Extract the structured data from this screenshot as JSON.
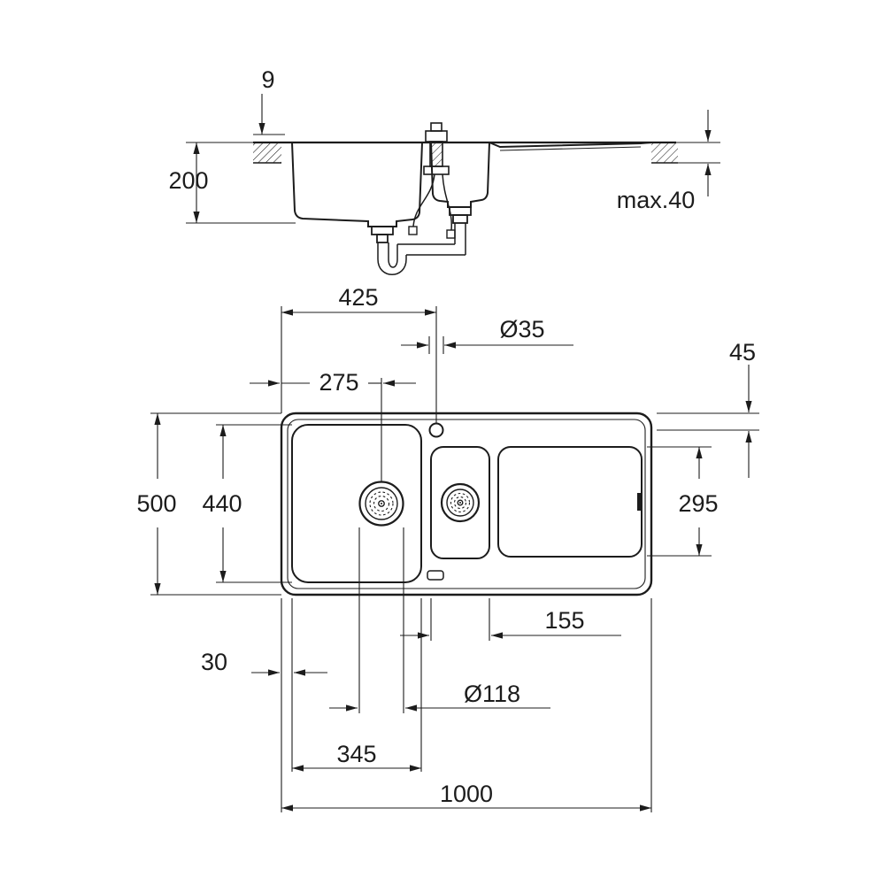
{
  "drawing": {
    "kind": "sink-installation-dimension-drawing",
    "colors": {
      "line": "#1c1c1c",
      "background": "#ffffff"
    }
  },
  "section_view": {
    "dim_rim_height": "9",
    "dim_bowl_depth": "200",
    "dim_counter_thickness": "max.40"
  },
  "plan_view": {
    "dim_faucet_from_left": "425",
    "dim_faucet_hole_diameter": "Ø35",
    "dim_faucet_from_top": "45",
    "dim_drain_from_left": "275",
    "dim_overall_depth": "500",
    "dim_bowl_inner_depth": "440",
    "dim_drainboard_depth": "295",
    "dim_small_bowl_width": "155",
    "dim_edge_margin": "30",
    "dim_drain_diameter": "Ø118",
    "dim_main_bowl_width": "345",
    "dim_overall_width": "1000"
  }
}
